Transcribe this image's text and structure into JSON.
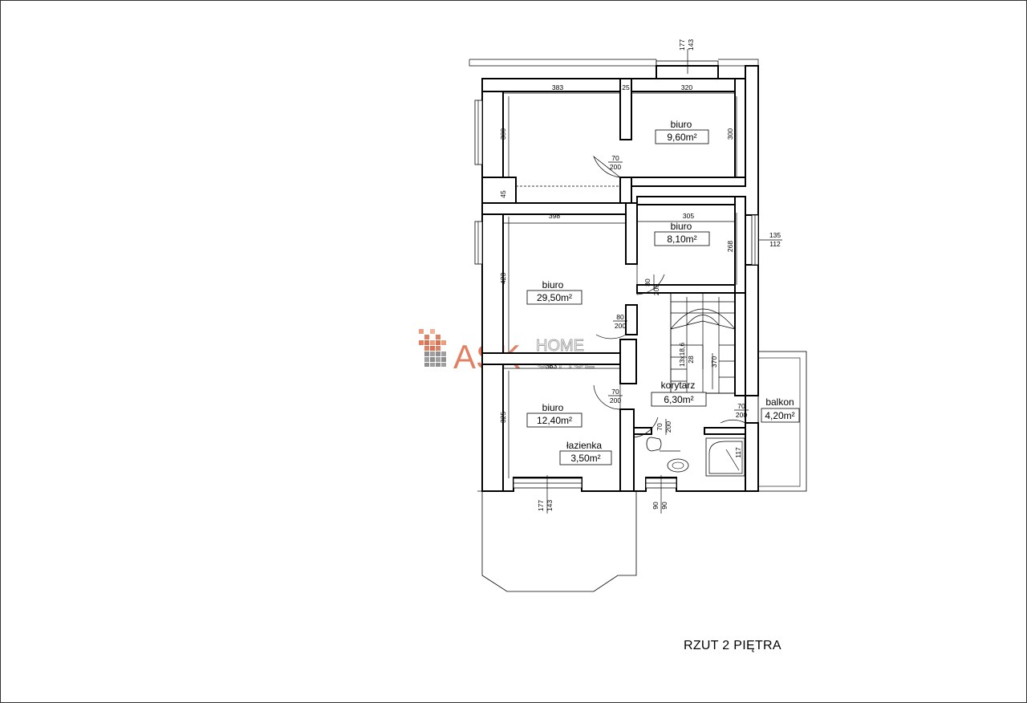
{
  "title": "RZUT 2 PIĘTRA",
  "watermark": {
    "brand": "ASK",
    "line1": "HOME",
    "line2": "OFFICE"
  },
  "rooms": [
    {
      "name": "biuro",
      "area": "9,60m²"
    },
    {
      "name": "biuro",
      "area": "8,10m²"
    },
    {
      "name": "biuro",
      "area": "29,50m²"
    },
    {
      "name": "biuro",
      "area": "12,40m²"
    },
    {
      "name": "korytarz",
      "area": "6,30m²"
    },
    {
      "name": "łazienka",
      "area": "3,50m²"
    },
    {
      "name": "balkon",
      "area": "4,20m²"
    }
  ],
  "dimensions": {
    "top_room_width": "383",
    "small_gap": "25",
    "office1_width": "320",
    "top_room_height": "300",
    "office1_height": "300",
    "wall_gap": "45",
    "big_office_width": "398",
    "office2_width": "305",
    "office2_height": "268",
    "big_office_height": "423",
    "mid_width": "363",
    "office4_height": "325",
    "bath_width": "117",
    "stair_run": "370",
    "stair_steps": "13x18,6",
    "stair_tread": "28",
    "window_top_a": "177",
    "window_top_b": "143",
    "window_right_a": "135",
    "window_right_b": "112",
    "window_bottom_a": "177",
    "window_bottom_b": "143",
    "window_bath_a": "90",
    "window_bath_b": "90"
  },
  "doors": {
    "d1_w": "70",
    "d1_h": "200",
    "d2_w": "80",
    "d2_h": "200",
    "d3_w": "80",
    "d3_h": "200",
    "d4_w": "70",
    "d4_h": "200",
    "d5_w": "70",
    "d5_h": "200",
    "d6_w": "70",
    "d6_h": "200"
  }
}
